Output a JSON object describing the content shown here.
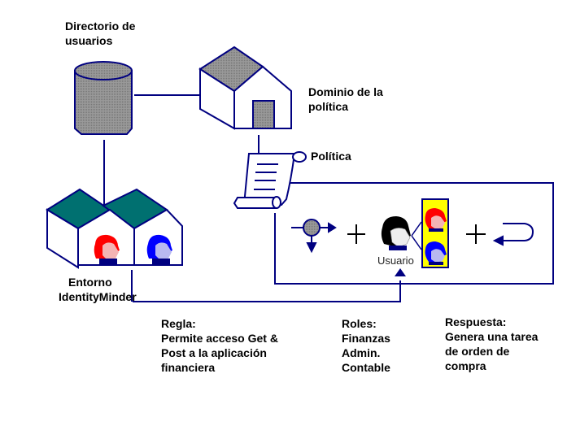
{
  "colors": {
    "line": "#000080",
    "gray_fill": "#8c8c8c",
    "roof_teal": "#007070",
    "roles_bg": "#ffff00",
    "red_user": "#ff0000",
    "blue_user": "#0000ff"
  },
  "nodes": {
    "user_directory": {
      "label_lines": [
        "Directorio de",
        "usuarios"
      ],
      "icon": "database-cylinder-icon"
    },
    "policy_domain": {
      "label_lines": [
        "Dominio de la",
        "política"
      ],
      "icon": "house-icon"
    },
    "policy": {
      "label": "Política",
      "icon": "scroll-icon"
    },
    "environment": {
      "label_lines": [
        "Entorno",
        "IdentityMinder"
      ],
      "icon": "twin-house-users-icon"
    }
  },
  "policy_box": {
    "user_label": "Usuario",
    "operators": [
      "+",
      "+"
    ]
  },
  "captions": {
    "rule": {
      "title": "Regla:",
      "lines": [
        "Permite acceso Get &",
        "Post a la aplicación",
        "financiera"
      ]
    },
    "roles": {
      "title": "Roles:",
      "lines": [
        "Finanzas",
        "Admin.",
        "Contable"
      ]
    },
    "response": {
      "title": "Respuesta:",
      "lines": [
        "Genera una tarea",
        "de orden de",
        "compra"
      ]
    }
  }
}
